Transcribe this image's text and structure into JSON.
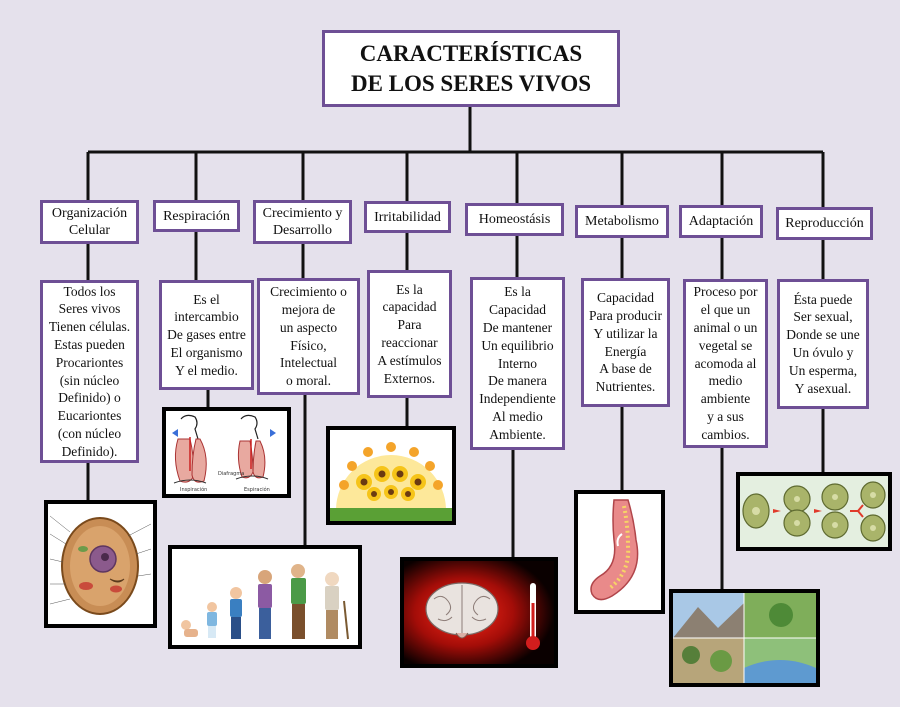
{
  "title": "CARACTERÍSTICAS\nDE LOS SERES VIVOS",
  "colors": {
    "border": "#6e4f95",
    "background": "#e5e1ec",
    "connector": "#111111"
  },
  "categories": [
    {
      "label": "Organización\nCelular",
      "description": "Todos  los\nSeres vivos\nTienen células.\nEstas pueden\nProcariontes\n(sin núcleo\nDefinido) o\nEucariontes\n(con núcleo\nDefinido).",
      "image": "cell-diagram"
    },
    {
      "label": "Respiración",
      "description": "Es el\nintercambio\nDe gases entre\nEl organismo\nY el medio.",
      "image": "lungs-diagram",
      "image_labels": [
        "Inspiración",
        "Diafragma",
        "Espiración"
      ]
    },
    {
      "label": "Crecimiento y\nDesarrollo",
      "description": "Crecimiento o\nmejora de\nun aspecto\nFísico,\nIntelectual\no moral.",
      "image": "human-growth-stages"
    },
    {
      "label": "Irritabilidad",
      "description": "Es la\ncapacidad\nPara\nreaccionar\nA estímulos\nExternos.",
      "image": "sunflowers-sun"
    },
    {
      "label": "Homeostásis",
      "description": "Es la\nCapacidad\nDe mantener\nUn equilibrio\nInterno\nDe manera\nIndependiente\nAl medio\nAmbiente.",
      "image": "brain-thermometer"
    },
    {
      "label": "Metabolismo",
      "description": "Capacidad\nPara producir\nY utilizar la\nEnergía\nA base de\nNutrientes.",
      "image": "stomach"
    },
    {
      "label": "Adaptación",
      "description": "Proceso por\nel que un\nanimal o un\nvegetal se\nacomoda al\nmedio\nambiente\ny a sus\ncambios.",
      "image": "ecosystems-collage"
    },
    {
      "label": "Reproducción",
      "description": "Ésta puede\nSer sexual,\nDonde se une\nUn óvulo y\nUn esperma,\nY asexual.",
      "image": "cell-division"
    }
  ]
}
